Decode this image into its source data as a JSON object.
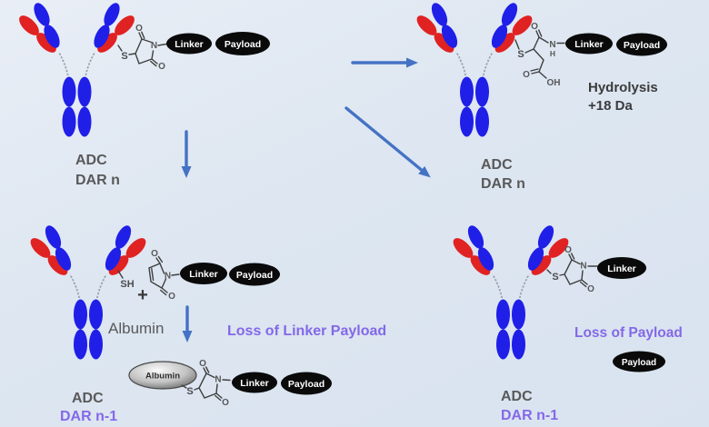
{
  "colors": {
    "background": "#dde6f1",
    "arrow_blue": "#4472c4",
    "antibody_blue": "#1f1fe8",
    "antibody_red": "#e02222",
    "purple_text": "#8468e8",
    "gray_text": "#595959",
    "dark_text": "#3b3b3b",
    "capsule_black": "#0a0a0a",
    "capsule_text": "#ffffff",
    "bond_gray": "#3f3f3f"
  },
  "labels": {
    "adc_top_left_1": "ADC",
    "adc_top_left_2": "DAR n",
    "adc_top_right_1": "ADC",
    "adc_top_right_2": "DAR n",
    "adc_bottom_left_1": "ADC",
    "adc_bottom_left_2": "DAR n-1",
    "adc_bottom_right_1": "ADC",
    "adc_bottom_right_2": "DAR n-1",
    "hydrolysis_1": "Hydrolysis",
    "hydrolysis_2": "+18 Da",
    "albumin_reactant": "Albumin",
    "plus": "+",
    "loss_linker_payload": "Loss of Linker Payload",
    "loss_payload": "Loss of Payload"
  },
  "capsules": {
    "linker": "Linker",
    "payload": "Payload",
    "albumin": "Albumin"
  },
  "atoms": {
    "s": "S",
    "sh": "SH",
    "n": "N",
    "o": "O",
    "oh": "OH",
    "h": "H"
  }
}
